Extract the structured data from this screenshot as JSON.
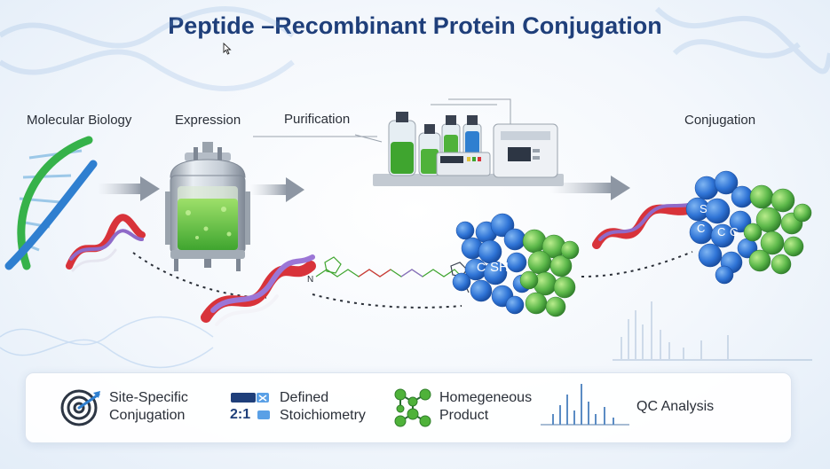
{
  "title": "Peptide –Recombinant Protein Conjugation",
  "stages": {
    "molecular_biology": "Molecular Biology",
    "expression": "Expression",
    "purification": "Purification",
    "conjugation": "Conjugation"
  },
  "protein_labels": {
    "sh": "SH",
    "c_left": "C",
    "conj_s": "S",
    "conj_c1": "C",
    "conj_c2": "C",
    "conj_g": "G",
    "n_term": "N"
  },
  "features": [
    {
      "line1": "Site-Specific",
      "line2": "Conjugation",
      "icon": "target-icon"
    },
    {
      "line1": "Defined",
      "line2": "Stoichiometry",
      "ratio": "2:1",
      "icon": "stoichiometry-icon"
    },
    {
      "line1": "Homegeneous",
      "line2": "Product",
      "icon": "molecule-network-icon"
    },
    {
      "line1": "QC Analysis",
      "line2": "",
      "icon": "chromatogram-icon"
    }
  ],
  "colors": {
    "title": "#1f3f7a",
    "protein_blue": "#2f74d6",
    "protein_green": "#5cb84a",
    "helix_red": "#d8333a",
    "arrow_gray": "#8d96a3",
    "dna_green": "#36b24a",
    "dna_blue": "#2f7fd0"
  }
}
